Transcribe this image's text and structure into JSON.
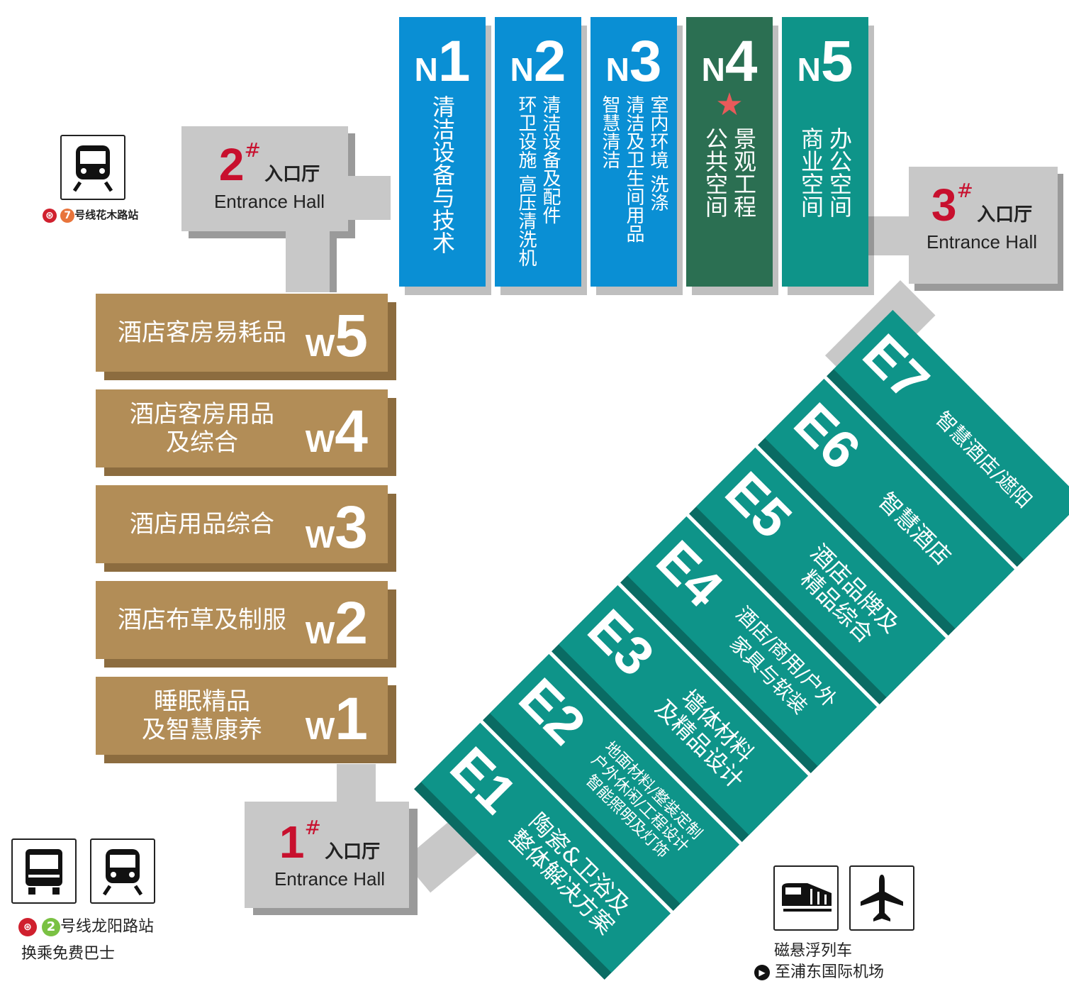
{
  "north_halls": [
    {
      "num": "1",
      "lines": [
        "清洁设备与技术"
      ],
      "color": "#0a8fd4"
    },
    {
      "num": "2",
      "lines": [
        "清洁设备及配件",
        "环卫设施 高压清洗机"
      ],
      "color": "#0a8fd4"
    },
    {
      "num": "3",
      "lines": [
        "室内环境 洗涤",
        "清洁及卫生间用品",
        "智慧清洁"
      ],
      "color": "#0a8fd4"
    },
    {
      "num": "4",
      "lines": [
        "景观工程",
        "公共空间"
      ],
      "color": "#2b6f52",
      "star": true
    },
    {
      "num": "5",
      "lines": [
        "办公空间",
        "商业空间"
      ],
      "color": "#0e9489"
    }
  ],
  "west_halls": [
    {
      "num": "5",
      "lines": [
        "酒店客房易耗品"
      ]
    },
    {
      "num": "4",
      "lines": [
        "酒店客房用品",
        "及综合"
      ]
    },
    {
      "num": "3",
      "lines": [
        "酒店用品综合"
      ]
    },
    {
      "num": "2",
      "lines": [
        "酒店布草及制服"
      ]
    },
    {
      "num": "1",
      "lines": [
        "睡眠精品",
        "及智慧康养"
      ]
    }
  ],
  "east_halls": [
    {
      "code": "E1",
      "lines": [
        "陶瓷&卫浴及",
        "整体解决方案"
      ]
    },
    {
      "code": "E2",
      "lines": [
        "地面材料/整装定制",
        "户外休闲/工程设计",
        "智能照明及灯饰"
      ]
    },
    {
      "code": "E3",
      "lines": [
        "墙体材料",
        "及精品设计"
      ]
    },
    {
      "code": "E4",
      "lines": [
        "酒店/商用/户外",
        "家具与软装"
      ]
    },
    {
      "code": "E5",
      "lines": [
        "酒店品牌及",
        "精品综合"
      ]
    },
    {
      "code": "E6",
      "lines": [
        "智慧酒店"
      ]
    },
    {
      "code": "E7",
      "lines": [
        "智慧酒店/遮阳"
      ]
    }
  ],
  "prefix": {
    "north": "N",
    "west": "W"
  },
  "entrances": [
    {
      "num": "1",
      "hash": "#",
      "zh": "入口厅",
      "en": "Entrance Hall"
    },
    {
      "num": "2",
      "hash": "#",
      "zh": "入口厅",
      "en": "Entrance Hall"
    },
    {
      "num": "3",
      "hash": "#",
      "zh": "入口厅",
      "en": "Entrance Hall"
    }
  ],
  "transport": {
    "line7": {
      "num": "7",
      "station": "号线花木路站",
      "color": "#e8743b"
    },
    "line2": {
      "num": "2",
      "station": "号线龙阳路站",
      "color": "#7ac143",
      "note": "换乘免费巴士"
    },
    "maglev": {
      "label": "磁悬浮列车",
      "dest": "至浦东国际机场"
    }
  }
}
